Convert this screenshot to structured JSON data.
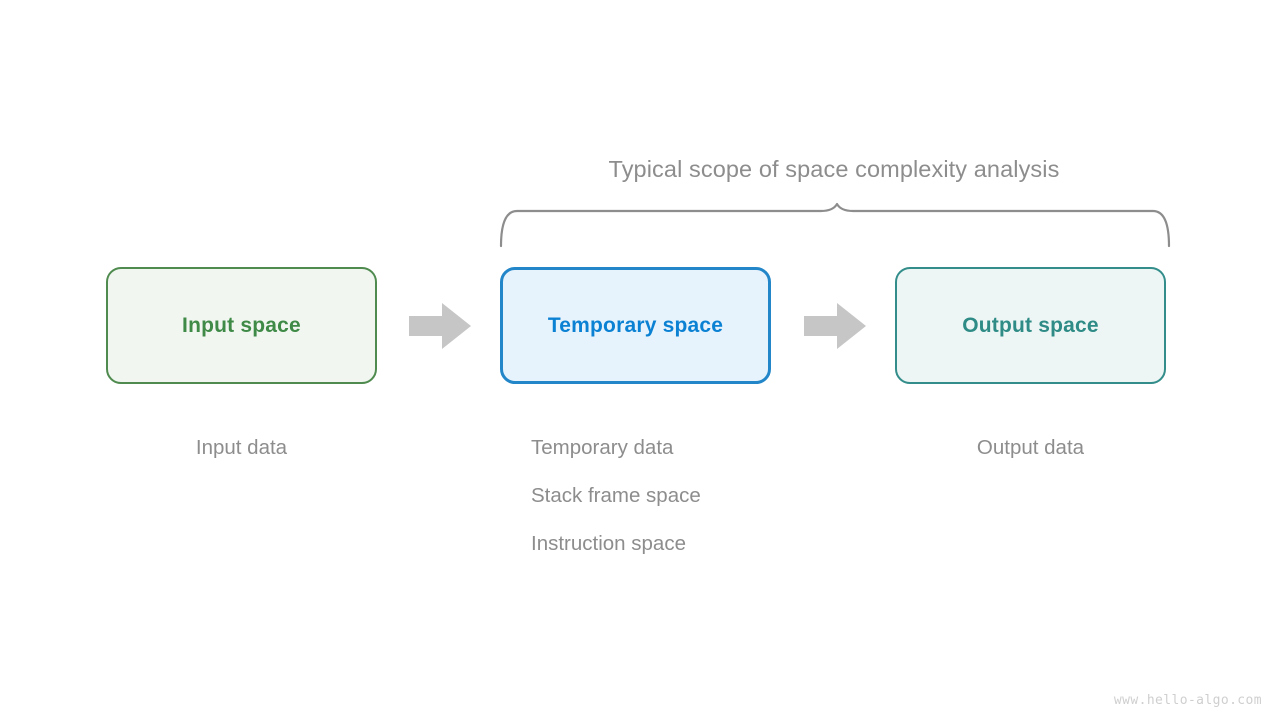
{
  "diagram": {
    "title": "Typical scope of space complexity analysis",
    "watermark": "www.hello-algo.com",
    "colors": {
      "input_border": "#4f8b4f",
      "input_fill": "#f1f7f0",
      "input_text": "#3f8a47",
      "temporary_border": "#2286c9",
      "temporary_fill": "#e7f3fc",
      "temporary_text": "#0b81d3",
      "output_border": "#338d8a",
      "output_fill": "#edf6f4",
      "output_text": "#2e8b86",
      "arrow": "#c6c6c6",
      "caption_text": "#8d8d8d",
      "brace": "#8d8d8d"
    },
    "boxes": [
      {
        "id": "input",
        "label": "Input space",
        "captions": [
          "Input data"
        ]
      },
      {
        "id": "temporary",
        "label": "Temporary space",
        "captions": [
          "Temporary data",
          "Stack frame space",
          "Instruction space"
        ]
      },
      {
        "id": "output",
        "label": "Output space",
        "captions": [
          "Output data"
        ]
      }
    ],
    "arrows": [
      {
        "id": "input-to-temporary",
        "icon": "right-arrow-icon"
      },
      {
        "id": "temporary-to-output",
        "icon": "right-arrow-icon"
      }
    ],
    "brace": {
      "icon": "curly-brace-icon",
      "spans": [
        "temporary",
        "output"
      ]
    }
  }
}
